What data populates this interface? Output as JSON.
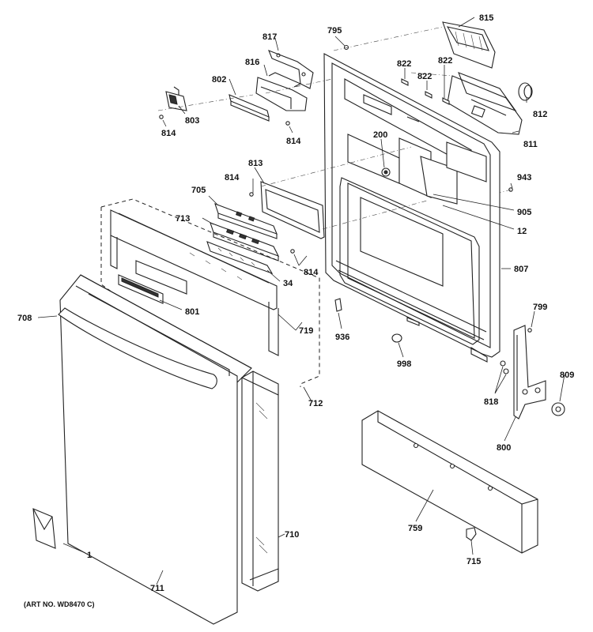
{
  "art_number": "(ART NO. WD8470 C)",
  "callouts": [
    {
      "id": "815",
      "text": "815"
    },
    {
      "id": "795",
      "text": "795"
    },
    {
      "id": "817",
      "text": "817"
    },
    {
      "id": "822a",
      "text": "822"
    },
    {
      "id": "822b",
      "text": "822"
    },
    {
      "id": "822c",
      "text": "822"
    },
    {
      "id": "816",
      "text": "816"
    },
    {
      "id": "802",
      "text": "802"
    },
    {
      "id": "812",
      "text": "812"
    },
    {
      "id": "803",
      "text": "803"
    },
    {
      "id": "814a",
      "text": "814"
    },
    {
      "id": "814b",
      "text": "814"
    },
    {
      "id": "811",
      "text": "811"
    },
    {
      "id": "200",
      "text": "200"
    },
    {
      "id": "813",
      "text": "813"
    },
    {
      "id": "814c",
      "text": "814"
    },
    {
      "id": "943",
      "text": "943"
    },
    {
      "id": "705",
      "text": "705"
    },
    {
      "id": "905",
      "text": "905"
    },
    {
      "id": "713",
      "text": "713"
    },
    {
      "id": "12",
      "text": "12"
    },
    {
      "id": "814d",
      "text": "814"
    },
    {
      "id": "807",
      "text": "807"
    },
    {
      "id": "34",
      "text": "34"
    },
    {
      "id": "801",
      "text": "801"
    },
    {
      "id": "799",
      "text": "799"
    },
    {
      "id": "708",
      "text": "708"
    },
    {
      "id": "719",
      "text": "719"
    },
    {
      "id": "936",
      "text": "936"
    },
    {
      "id": "998",
      "text": "998"
    },
    {
      "id": "809",
      "text": "809"
    },
    {
      "id": "712",
      "text": "712"
    },
    {
      "id": "818",
      "text": "818"
    },
    {
      "id": "800",
      "text": "800"
    },
    {
      "id": "759",
      "text": "759"
    },
    {
      "id": "710",
      "text": "710"
    },
    {
      "id": "1",
      "text": "1"
    },
    {
      "id": "715",
      "text": "715"
    },
    {
      "id": "711",
      "text": "711"
    }
  ]
}
